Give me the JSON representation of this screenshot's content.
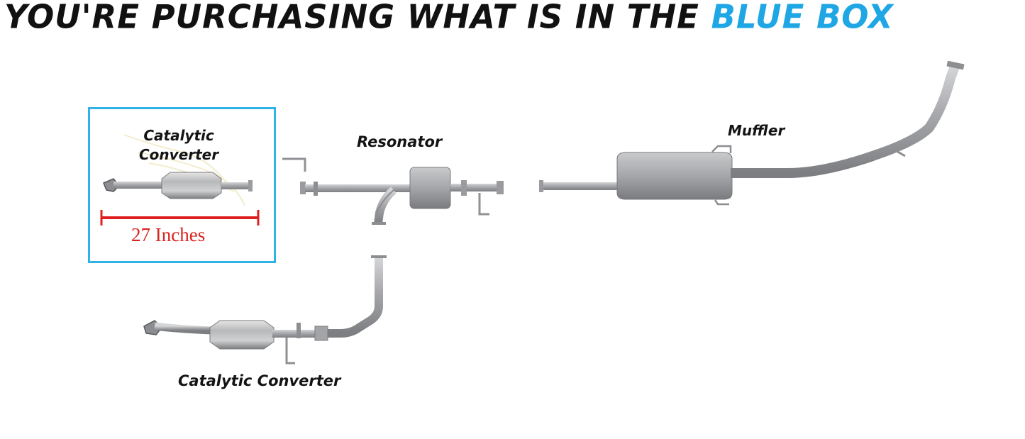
{
  "headline": {
    "prefix": "YOU'RE PURCHASING WHAT IS IN THE ",
    "highlight": "BLUE BOX"
  },
  "colors": {
    "accent": "#1ea7e4",
    "box_border": "#2fb2e6",
    "measure": "#d9231e",
    "pipe": "#a9aaac"
  },
  "labels": {
    "boxed_cat_line1": "Catalytic",
    "boxed_cat_line2": "Converter",
    "measurement": "27 Inches",
    "resonator": "Resonator",
    "muffler": "Muffler",
    "lower_cat": "Catalytic Converter"
  }
}
